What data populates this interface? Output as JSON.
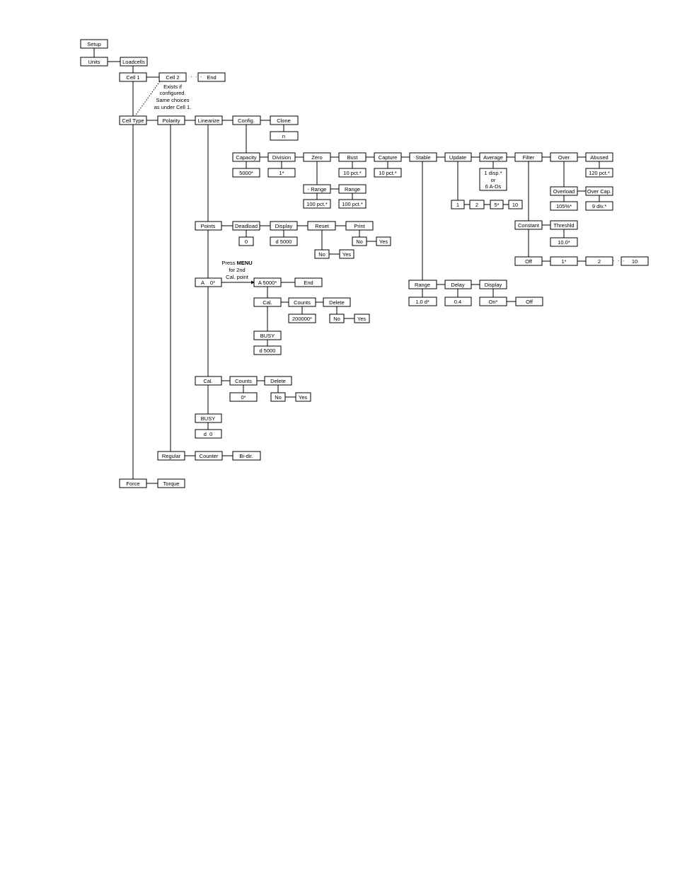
{
  "nodes": {
    "setup": "Setup",
    "units": "Units",
    "loadcells": "Loadcells",
    "cell1": "Cell 1",
    "cell2": "Cell 2",
    "cell_end": "End",
    "cell_type": "Cell Type",
    "polarity": "Polarity",
    "linearize": "Linearize",
    "config": "Config.",
    "clone": "Clone",
    "clone_n": "n",
    "capacity": "Capacity",
    "capacity_val": "5000*",
    "division": "Division",
    "division_val": "1*",
    "zero": "Zero",
    "zero_neg_range": "- Range",
    "zero_neg_range_val": "100 pct.*",
    "zero_range": "Range",
    "zero_range_val": "100 pct.*",
    "bust": "Bust",
    "bust_val": "10 pct.*",
    "capture": "Capture",
    "capture_val": "10 pct.*",
    "stable": "Stable",
    "update": "Update",
    "update_1": "1",
    "update_2": "2",
    "update_5": "5*",
    "update_10": "10",
    "average": "Average",
    "average_val_1": "1 disp.*",
    "average_val_2": "or",
    "average_val_3": "6 A-Ds",
    "filter": "Filter",
    "over": "Over",
    "overload": "Overload",
    "overload_val": "105%*",
    "over_cap": "Over Cap.",
    "over_cap_val": "9 div.*",
    "abused": "Abused",
    "abused_val": "120 pct.*",
    "constant": "Constant",
    "thresh": "Threshld",
    "thresh_val": "10.0*",
    "const_off": "Off",
    "const_1": "1*",
    "const_2": "2",
    "const_10": "10",
    "stable_range": "Range",
    "stable_range_val": "1.0 d*",
    "delay": "Delay",
    "delay_val": "0.4",
    "stable_display": "Display",
    "display_on": "On*",
    "display_off": "Off",
    "points": "Points",
    "deadload": "Deadload",
    "deadload_val": "0",
    "pts_display": "Display",
    "pts_display_val": "d 5000",
    "reset": "Reset",
    "reset_no": "No",
    "reset_yes": "Yes",
    "print": "Print",
    "print_no": "No",
    "print_yes": "Yes",
    "a0": "A    0*",
    "a5000": "A 5000*",
    "a_end": "End",
    "cal1": "Cal.",
    "counts1": "Counts",
    "counts1_val": "200000*",
    "delete1": "Delete",
    "delete1_no": "No",
    "delete1_yes": "Yes",
    "busy1": "BUSY",
    "d5000": "d 5000",
    "cal2": "Cal.",
    "counts2": "Counts",
    "counts2_val": "0*",
    "delete2": "Delete",
    "delete2_no": "No",
    "delete2_yes": "Yes",
    "busy2": "BUSY",
    "d0": "d  0",
    "regular": "Regular",
    "counter": "Counter",
    "bidir": "Bi-dir.",
    "force": "Force",
    "torque": "Torque"
  },
  "notes": {
    "cell2_note_1": "Exists if",
    "cell2_note_2": "configured.",
    "cell2_note_3": "Same choices",
    "cell2_note_4": "as under Cell 1.",
    "press_prefix": "Press ",
    "press_bold": "MENU",
    "press_2": "for 2nd",
    "press_3": "Cal. point",
    "ellipsis": "· · ·"
  }
}
